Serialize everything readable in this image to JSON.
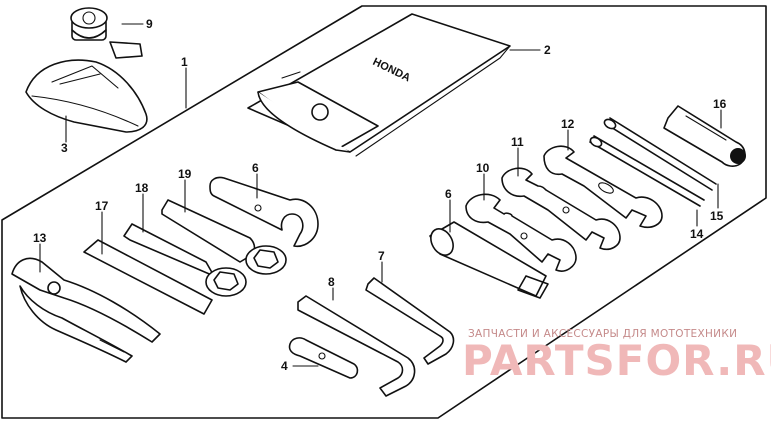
{
  "brand_label": "HONDA",
  "callouts": [
    "1",
    "2",
    "3",
    "4",
    "6",
    "7",
    "8",
    "9",
    "10",
    "11",
    "12",
    "13",
    "14",
    "15",
    "16",
    "17",
    "18",
    "19"
  ],
  "watermark": {
    "text": "ЗАПЧАСТИ И АКСЕССУАРЫ ДЛЯ МОТОТЕХНИКИ",
    "logo": "PARTSFOR.RU",
    "color_text": "#c58a8a",
    "color_logo": "#f0b8b8"
  }
}
